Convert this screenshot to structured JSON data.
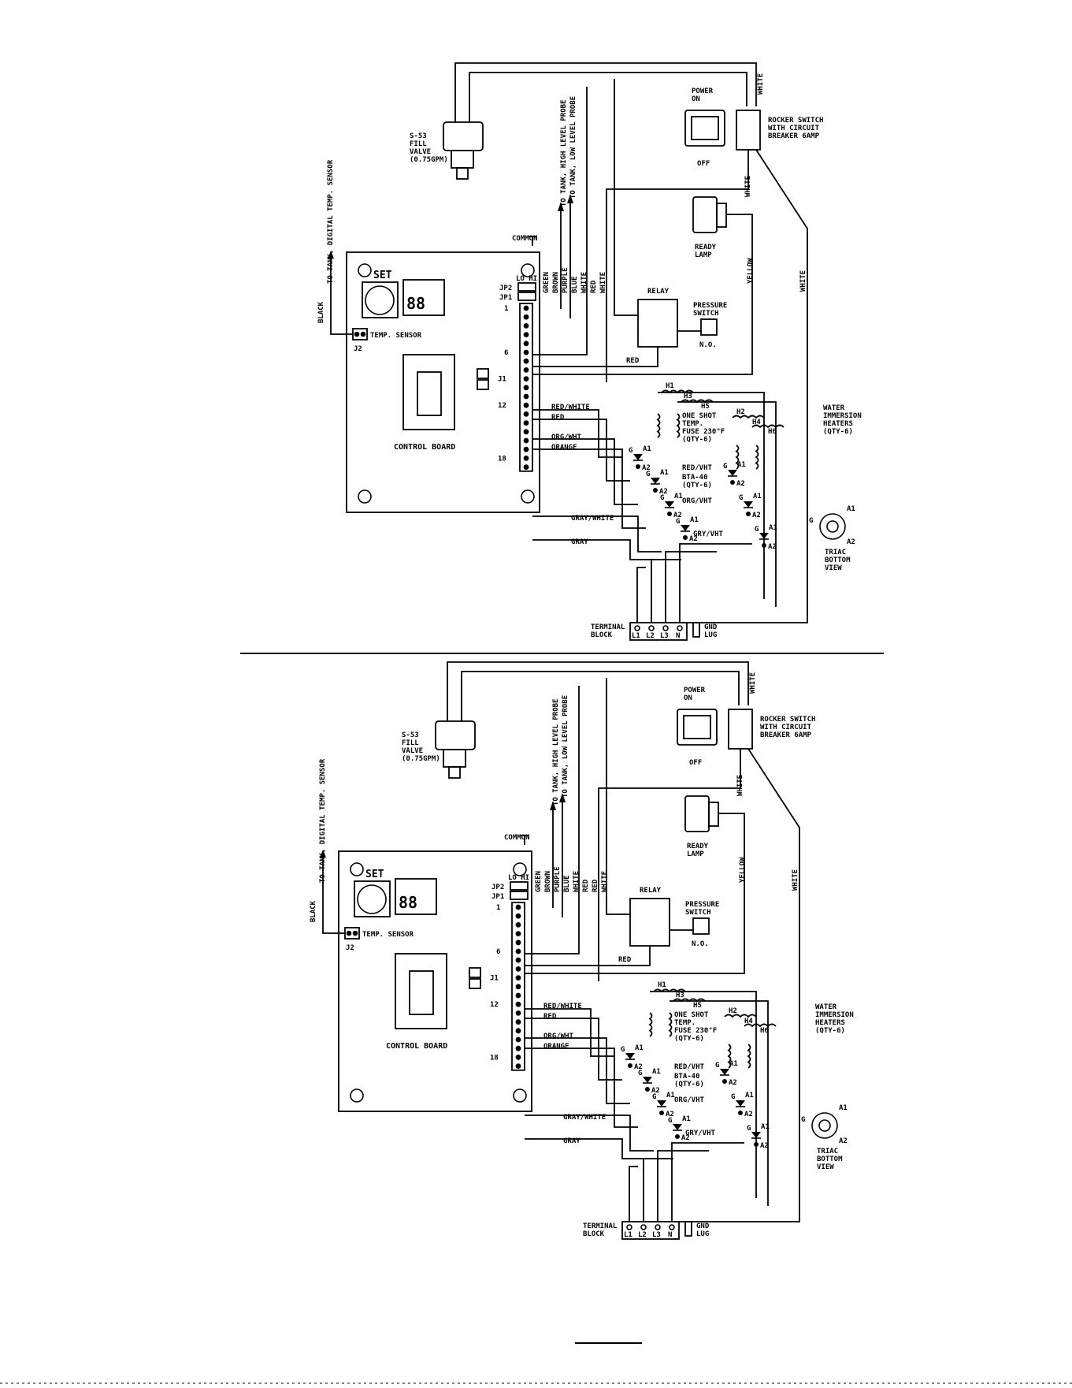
{
  "diagrams": [
    {
      "fill_valve": {
        "lines": [
          "S-53",
          "FILL",
          "VALVE",
          "(0.75GPM)"
        ]
      },
      "probes": {
        "high": "TO TANK, HIGH LEVEL PROBE",
        "low": "TO TANK, LOW LEVEL PROBE"
      },
      "temp_sensor_lead": "TO TANK, DIGITAL TEMP. SENSOR",
      "black": "BLACK",
      "common": "COMMON",
      "power": {
        "lines": [
          "POWER",
          "ON"
        ],
        "off": "OFF"
      },
      "rocker": {
        "lines": [
          "ROCKER SWITCH",
          "WITH CIRCUIT",
          "BREAKER 6AMP"
        ]
      },
      "ready_lamp": {
        "lines": [
          "READY",
          "LAMP"
        ]
      },
      "relay": "RELAY",
      "pressure_switch": {
        "lines": [
          "PRESSURE",
          "SWITCH"
        ],
        "no": "N.O."
      },
      "board": {
        "set": "SET",
        "display": "88",
        "label": "CONTROL BOARD",
        "lo_hi": "LO HI",
        "jp2": "JP2",
        "jp1": "JP1",
        "j1": "J1",
        "j2": "J2",
        "temp_sensor": "TEMP. SENSOR",
        "pin_1": "1",
        "pin_6": "6",
        "pin_12": "12",
        "pin_18": "18"
      },
      "wire_colors_vertical": [
        "GREEN",
        "BROWN",
        "PURPLE",
        "BLUE",
        "WHITE",
        "RED",
        "WHITE"
      ],
      "wire_labels": {
        "red_relay": "RED",
        "red_white": "RED/WHITE",
        "red": "RED",
        "org_wht": "ORG/WHT",
        "orange": "ORANGE",
        "gray_white": "GRAY/WHITE",
        "gray": "GRAY",
        "yellow": "YELLOW",
        "white": "WHITE",
        "red_vht": "RED/VHT",
        "org_vht": "ORG/VHT",
        "gry_vht": "GRY/VHT"
      },
      "heaters": {
        "h1": "H1",
        "h2": "H2",
        "h3": "H3",
        "h4": "H4",
        "h5": "H5",
        "h6": "H6",
        "label": [
          "WATER",
          "IMMERSION",
          "HEATERS",
          "(QTY-6)"
        ]
      },
      "fuse": [
        "ONE SHOT",
        "TEMP.",
        "FUSE 230°F",
        "(QTY-6)"
      ],
      "triac": {
        "label": [
          "BTA-40",
          "(QTY-6)"
        ],
        "g": "G",
        "a1": "A1",
        "a2": "A2",
        "view": [
          "TRIAC",
          "BOTTOM",
          "VIEW"
        ]
      },
      "terminal": {
        "lines": [
          "TERMINAL",
          "BLOCK"
        ],
        "l1": "L1",
        "l2": "L2",
        "l3": "L3",
        "n": "N",
        "gnd": [
          "GND",
          "LUG"
        ]
      }
    },
    {
      "fill_valve": {
        "lines": [
          "S-53",
          "FILL",
          "VALVE",
          "(0.75GPM)"
        ]
      },
      "probes": {
        "high": "TO TANK, HIGH LEVEL PROBE",
        "low": "TO TANK, LOW LEVEL PROBE"
      },
      "temp_sensor_lead": "TO TANK, DIGITAL TEMP. SENSOR",
      "black": "BLACK",
      "common": "COMMON",
      "power": {
        "lines": [
          "POWER",
          "ON"
        ],
        "off": "OFF"
      },
      "rocker": {
        "lines": [
          "ROCKER SWITCH",
          "WITH CIRCUIT",
          "BREAKER 6AMP"
        ]
      },
      "ready_lamp": {
        "lines": [
          "READY",
          "LAMP"
        ]
      },
      "relay": "RELAY",
      "pressure_switch": {
        "lines": [
          "PRESSURE",
          "SWITCH"
        ],
        "no": "N.O."
      },
      "board": {
        "set": "SET",
        "display": "88",
        "label": "CONTROL BOARD",
        "lo_hi": "LO HI",
        "jp2": "JP2",
        "jp1": "JP1",
        "j1": "J1",
        "j2": "J2",
        "temp_sensor": "TEMP. SENSOR",
        "pin_1": "1",
        "pin_6": "6",
        "pin_12": "12",
        "pin_18": "18"
      },
      "wire_colors_vertical": [
        "GREEN",
        "BROWN",
        "PURPLE",
        "BLUE",
        "WHITE",
        "RED",
        "RED",
        "WHITE"
      ],
      "wire_labels": {
        "red_relay": "RED",
        "red_white": "RED/WHITE",
        "red": "RED",
        "org_wht": "ORG/WHT",
        "orange": "ORANGE",
        "gray_white": "GRAY/WHITE",
        "gray": "GRAY",
        "yellow": "YELLOW",
        "white": "WHITE",
        "red_vht": "RED/VHT",
        "org_vht": "ORG/VHT",
        "gry_vht": "GRY/VHT"
      },
      "heaters": {
        "h1": "H1",
        "h2": "H2",
        "h3": "H3",
        "h4": "H4",
        "h5": "H5",
        "h6": "H6",
        "label": [
          "WATER",
          "IMMERSION",
          "HEATERS",
          "(QTY-6)"
        ]
      },
      "fuse": [
        "ONE SHOT",
        "TEMP.",
        "FUSE 230°F",
        "(QTY-6)"
      ],
      "triac": {
        "label": [
          "BTA-40",
          "(QTY-6)"
        ],
        "g": "G",
        "a1": "A1",
        "a2": "A2",
        "view": [
          "TRIAC",
          "BOTTOM",
          "VIEW"
        ]
      },
      "terminal": {
        "lines": [
          "TERMINAL",
          "BLOCK"
        ],
        "l1": "L1",
        "l2": "L2",
        "l3": "L3",
        "n": "N",
        "gnd": [
          "GND",
          "LUG"
        ]
      }
    }
  ]
}
